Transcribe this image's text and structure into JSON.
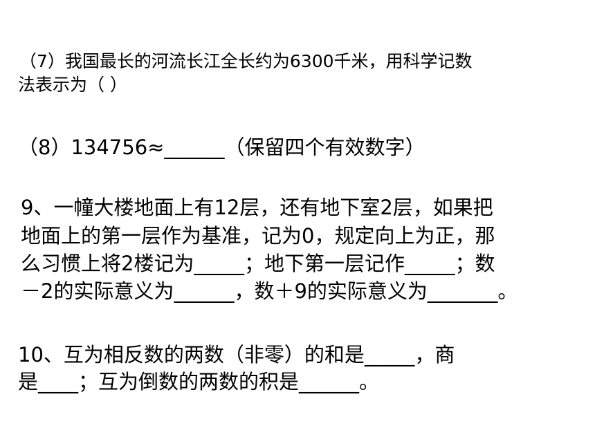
{
  "q7": {
    "line1": "（7）我国最长的河流长江全长约为6300千米，用科学记数",
    "line2": "法表示为（          ）"
  },
  "q8": {
    "line1": "（8）134756≈______（保留四个有效数字）"
  },
  "q9": {
    "line1": "9、一幢大楼地面上有12层，还有地下室2层，如果把",
    "line2": "地面上的第一层作为基准，记为0，规定向上为正，那",
    "line3": "么习惯上将2楼记为_____；地下第一层记作_____；数",
    "line4": "－2的实际意义为______，数＋9的实际意义为_______。"
  },
  "q10": {
    "line1": "10、互为相反数的两数（非零）的和是_____，商",
    "line2": "是____；互为倒数的两数的积是______。"
  }
}
